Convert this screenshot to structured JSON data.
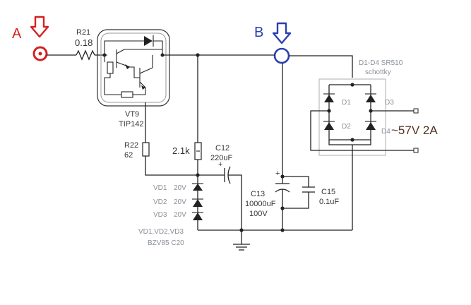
{
  "markers": {
    "a": {
      "label": "A",
      "color": "#d62020"
    },
    "b": {
      "label": "B",
      "color": "#2b3fb0"
    }
  },
  "components": {
    "r21": {
      "ref": "R21",
      "value": "0.18"
    },
    "vt9": {
      "ref": "VT9",
      "part": "TIP142"
    },
    "r22": {
      "ref": "R22",
      "value": "62"
    },
    "r_bias": {
      "value": "2.1k"
    },
    "c12": {
      "ref": "C12",
      "value": "220uF"
    },
    "c13": {
      "ref": "C13",
      "value": "10000uF",
      "voltage": "100V"
    },
    "c15": {
      "ref": "C15",
      "value": "0.1uF"
    },
    "vd1": {
      "ref": "VD1",
      "voltage": "20V"
    },
    "vd2": {
      "ref": "VD2",
      "voltage": "20V"
    },
    "vd3": {
      "ref": "VD3",
      "voltage": "20V"
    },
    "zeners": {
      "refs": "VD1,VD2,VD3",
      "part": "BZV85 C20"
    },
    "bridge": {
      "refs": "D1-D4 SR510",
      "type": "schottky",
      "d1": "D1",
      "d2": "D2",
      "d3": "D3",
      "d4": "D4"
    },
    "input": {
      "label": "~57V 2A"
    }
  },
  "icons": [
    "down-arrow-icon",
    "terminal-circle-icon",
    "ground-icon",
    "diode-icon",
    "zener-icon",
    "capacitor-icon",
    "resistor-icon",
    "transistor-icon"
  ]
}
